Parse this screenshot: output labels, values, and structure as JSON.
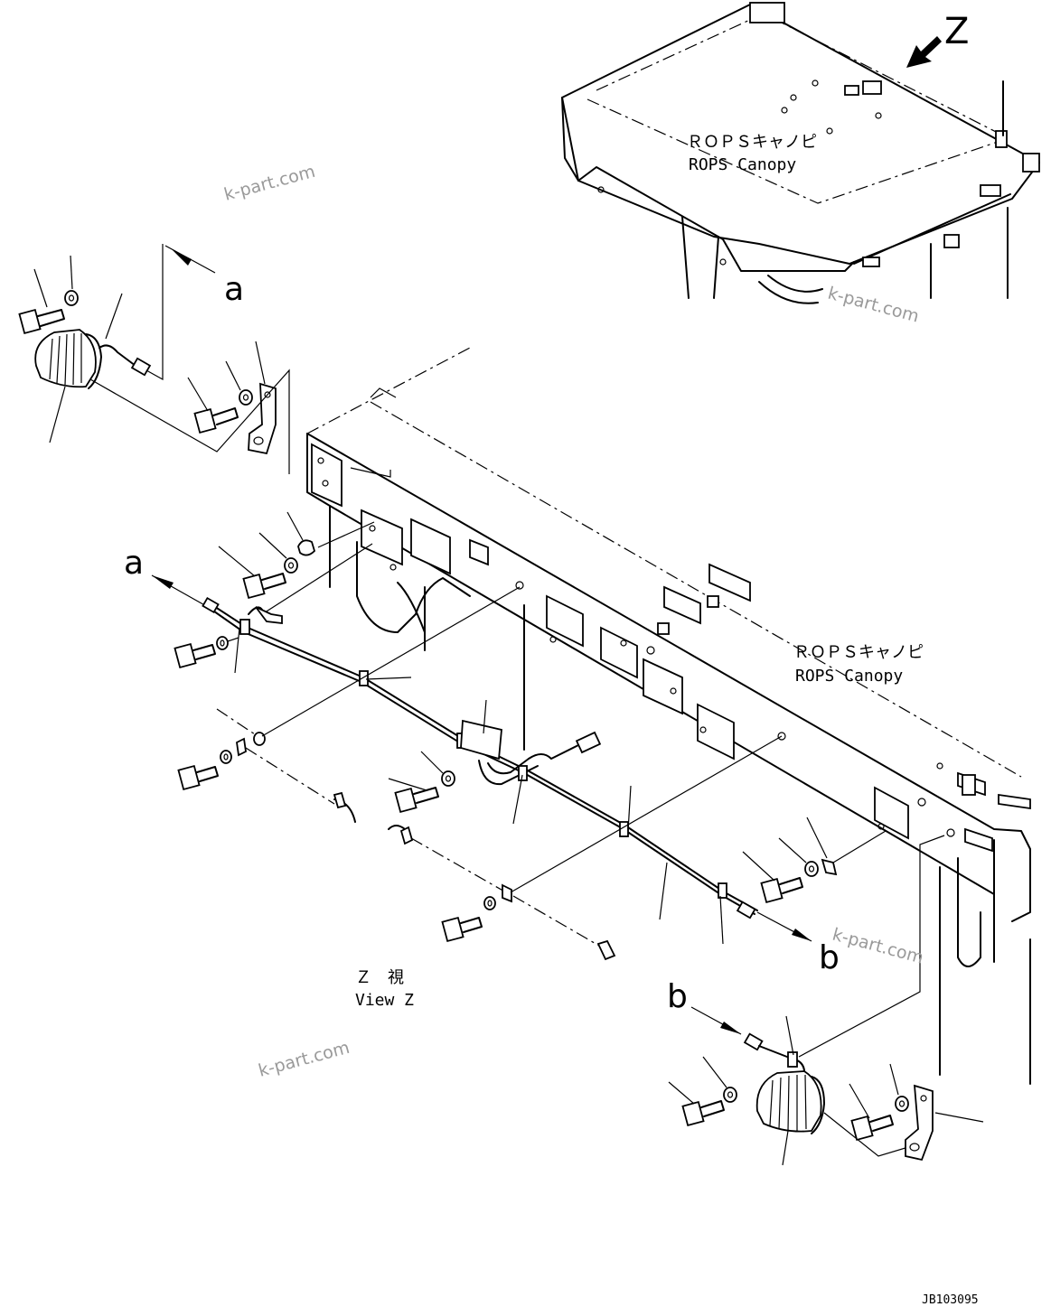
{
  "labels": {
    "view_arrow": "Z",
    "rops_jp_top": "ＲＯＰＳキャノピ",
    "rops_en_top": "ROPS Canopy",
    "rops_jp_mid": "ＲＯＰＳキャノピ",
    "rops_en_mid": "ROPS Canopy",
    "view_jp": "Ｚ　視",
    "view_en": "View Z",
    "ref_a_top": "a",
    "ref_a_left": "a",
    "ref_b_right": "b",
    "ref_b_bottom": "b",
    "drawing_number": "JB103095"
  },
  "watermarks": [
    "k-part.com",
    "k-part.com",
    "k-part.com",
    "k-part.com"
  ],
  "icons": [
    "view-direction-arrow-icon",
    "bolt-icon",
    "washer-icon",
    "lamp-icon",
    "bracket-icon",
    "clip-icon",
    "connector-icon"
  ]
}
